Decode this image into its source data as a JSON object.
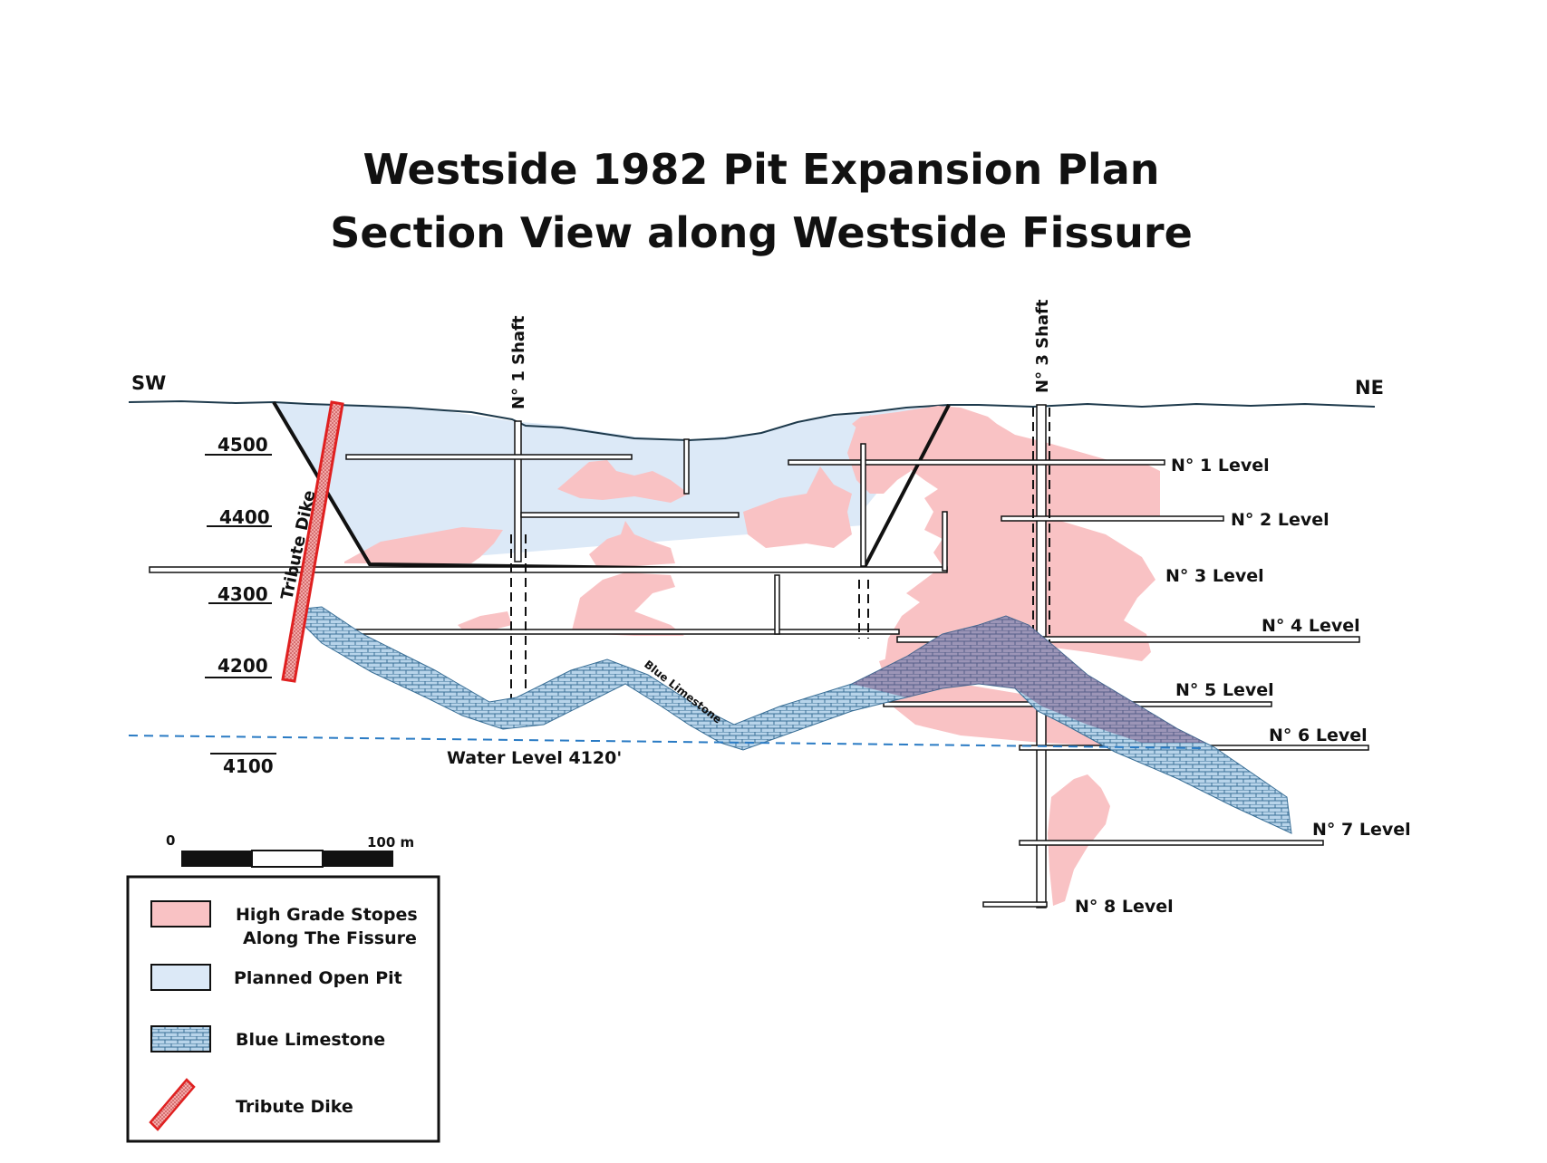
{
  "title": {
    "line1": "Westside 1982 Pit Expansion Plan",
    "line2": "Section View along Westside Fissure"
  },
  "compass": {
    "left": "SW",
    "right": "NE"
  },
  "shafts": {
    "shaft1": "N° 1 Shaft",
    "shaft3": "N° 3 Shaft"
  },
  "elevations": [
    "4500",
    "4400",
    "4300",
    "4200",
    "4100"
  ],
  "levels": [
    "N° 1 Level",
    "N° 2 Level",
    "N° 3 Level",
    "N° 4 Level",
    "N° 5 Level",
    "N° 6 Level",
    "N° 7 Level",
    "N° 8 Level"
  ],
  "labels": {
    "tribute_dike": "Tribute Dike",
    "blue_limestone": "Blue Limestone",
    "water_level": "Water Level 4120'"
  },
  "scale_bar": {
    "start": "0",
    "end": "100 m"
  },
  "legend": {
    "items": [
      {
        "label_line1": "High Grade Stopes",
        "label_line2": "Along The Fissure",
        "color": "#f9c2c4"
      },
      {
        "label_line1": "Planned Open Pit",
        "label_line2": "",
        "color": "#dce9f7"
      },
      {
        "label_line1": "Blue Limestone",
        "label_line2": "",
        "color": "#b8d4ea"
      },
      {
        "label_line1": "Tribute Dike",
        "label_line2": "",
        "color": "#f4a8a8"
      }
    ]
  },
  "colors": {
    "stope": "#f9c2c4",
    "open_pit": "#dce9f7",
    "limestone": "#b8d4ea",
    "dike": "#f4a8a8",
    "dike_border": "#e02020",
    "water_line": "#2a7bc4",
    "ground": "#1e3a4c"
  }
}
